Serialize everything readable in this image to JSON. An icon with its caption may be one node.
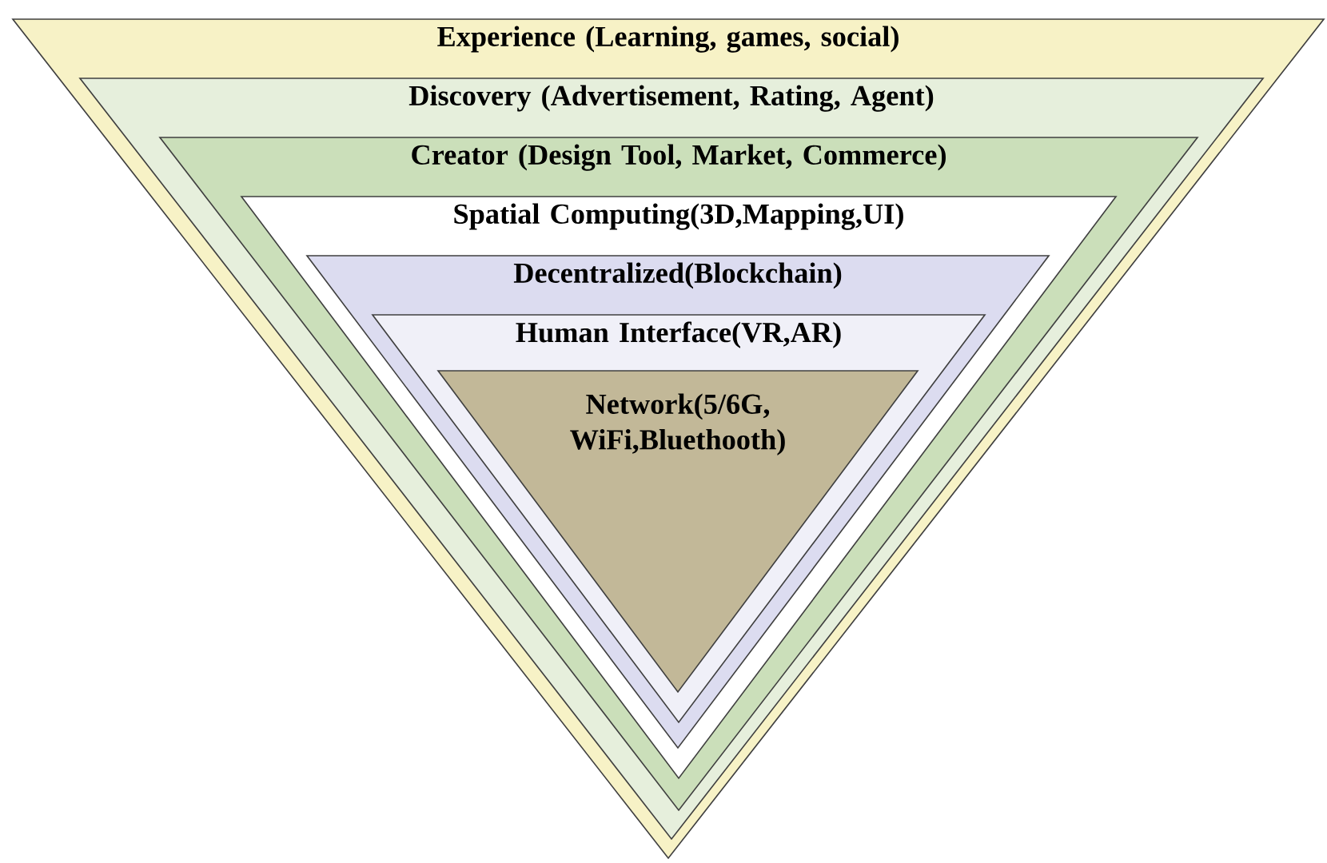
{
  "diagram": {
    "nodes": [
      {
        "text": [
          "Experience (Learning, games, social)"
        ]
      },
      {
        "text": [
          "Discovery (Advertisement, Rating, Agent)"
        ],
        "in": 0
      },
      {
        "text": [
          "Creator (Design Tool, Market, Commerce)"
        ],
        "in": 1
      },
      {
        "text": [
          "Spatial Computing(3D,Mapping,UI)"
        ],
        "in": 2
      },
      {
        "text": [
          "Decentralized(Blockchain)"
        ],
        "in": 3
      },
      {
        "text": [
          "Human Interface(VR,AR)"
        ],
        "in": 4
      },
      {
        "text": [
          "Network(5/6G, WiFi,Bluethooth)"
        ],
        "in": 5
      }
    ]
  }
}
